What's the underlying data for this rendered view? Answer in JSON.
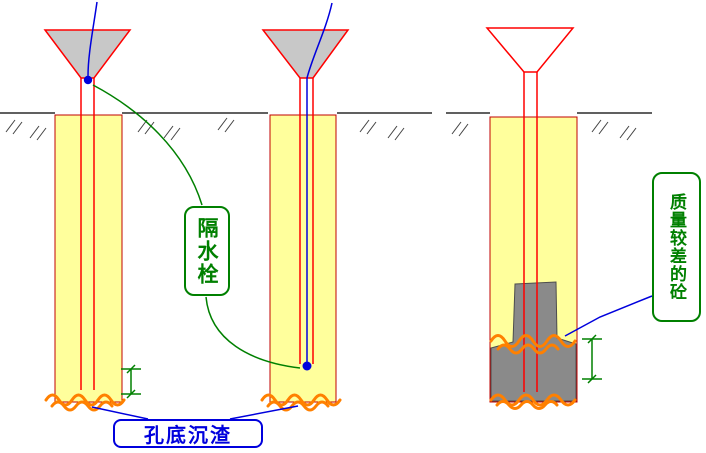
{
  "diagram": {
    "labels": {
      "water_plug": "隔水栓",
      "bottom_sediment": "孔底沉渣",
      "poor_concrete": "质量较差的砼"
    },
    "colors": {
      "borehole_fill": "#FFFF9C",
      "funnel_fill": "#C8C8C8",
      "pipe_red": "#FF0000",
      "annotation_green": "#008000",
      "annotation_blue": "#0000DD",
      "sediment_orange": "#FF8000",
      "poor_concrete_fill": "#8A8A8A",
      "ground_line": "#000000"
    }
  }
}
